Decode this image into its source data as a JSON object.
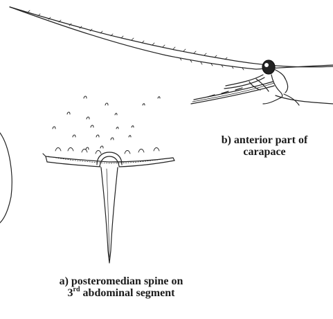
{
  "captions": {
    "b": {
      "line1": "b)  anterior part of",
      "line2": "carapace"
    },
    "a": {
      "line1": "a)  posteromedian spine on",
      "line2_ordinal": "3",
      "line2_sup": "rd",
      "line2_rest": " abdominal segment"
    }
  },
  "colors": {
    "ink": "#1a1a1a",
    "background": "#ffffff"
  }
}
